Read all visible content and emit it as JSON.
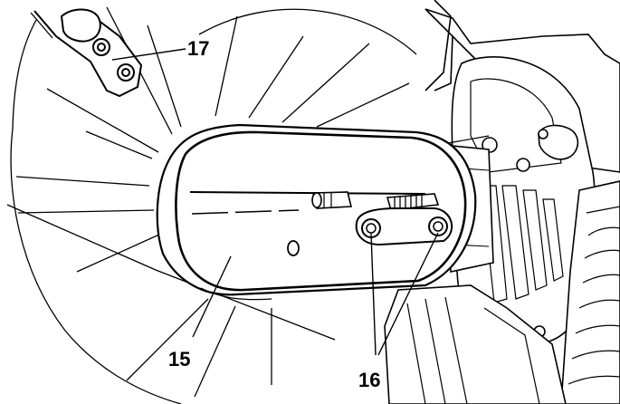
{
  "callouts": {
    "c17": "17",
    "c15": "15",
    "c16": "16"
  },
  "colors": {
    "line": "#000000",
    "background": "#ffffff"
  }
}
